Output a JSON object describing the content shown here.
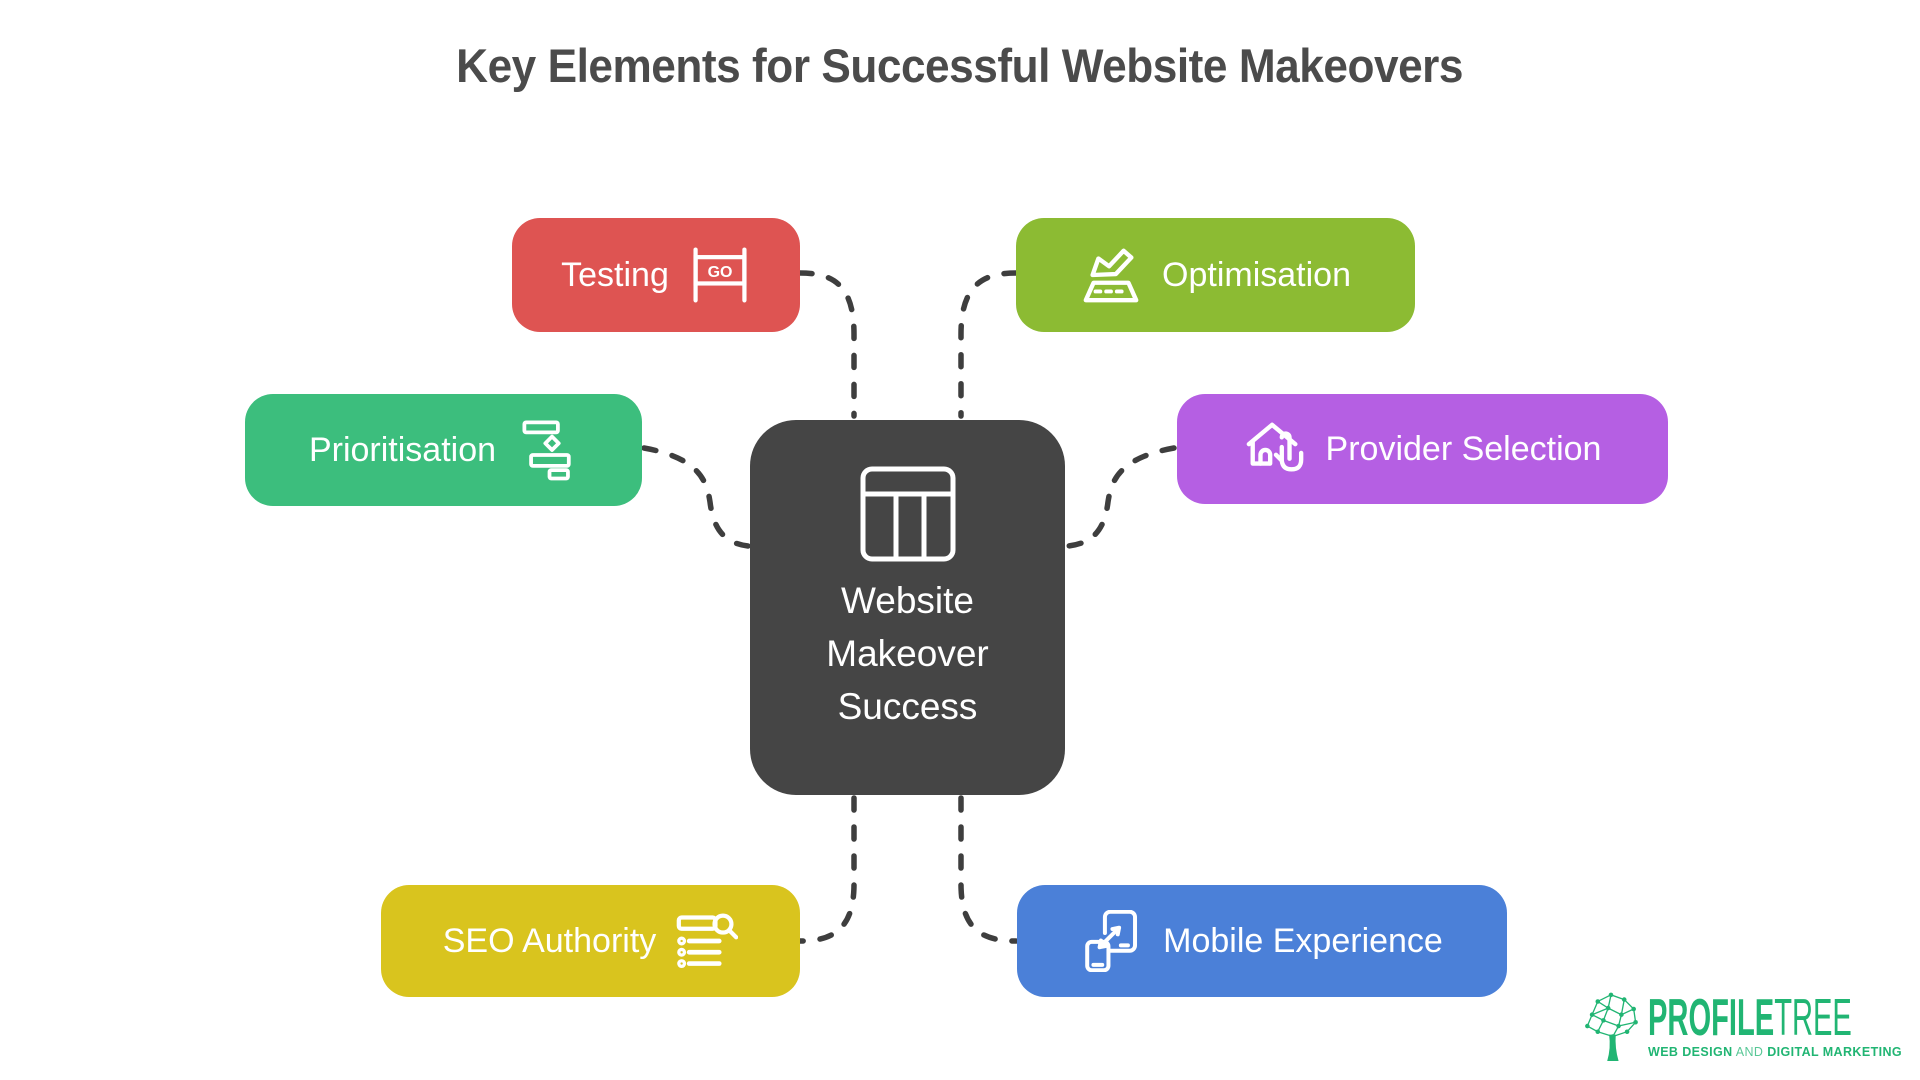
{
  "title": "Key Elements for Successful Website Makeovers",
  "center": {
    "icon": "website-layout-icon",
    "color": "#454545",
    "lines": [
      "Website",
      "Makeover",
      "Success"
    ]
  },
  "connectors": {
    "color": "#3E3E3E",
    "style": "dashed"
  },
  "nodes": [
    {
      "id": "testing",
      "label": "Testing",
      "color": "#DE5452",
      "icon": "go-sign-icon",
      "icon_text": "GO",
      "position": "top-left"
    },
    {
      "id": "optimisation",
      "label": "Optimisation",
      "color": "#8CBB33",
      "icon": "plane-takeoff-icon",
      "position": "top-right"
    },
    {
      "id": "prioritisation",
      "label": "Prioritisation",
      "color": "#3CBE7D",
      "icon": "flowchart-icon",
      "position": "middle-left"
    },
    {
      "id": "provider-selection",
      "label": "Provider Selection",
      "color": "#B55FE3",
      "icon": "house-select-icon",
      "position": "middle-right"
    },
    {
      "id": "seo-authority",
      "label": "SEO Authority",
      "color": "#D9C41E",
      "icon": "search-list-icon",
      "position": "bottom-left"
    },
    {
      "id": "mobile-experience",
      "label": "Mobile Experience",
      "color": "#4B80D8",
      "icon": "responsive-devices-icon",
      "position": "bottom-right"
    }
  ],
  "logo": {
    "color": "#21B573",
    "name_bold": "PROFILE",
    "name_light": "TREE",
    "tagline_left": "WEB DESIGN",
    "tagline_mid": "AND",
    "tagline_right": "DIGITAL MARKETING"
  }
}
